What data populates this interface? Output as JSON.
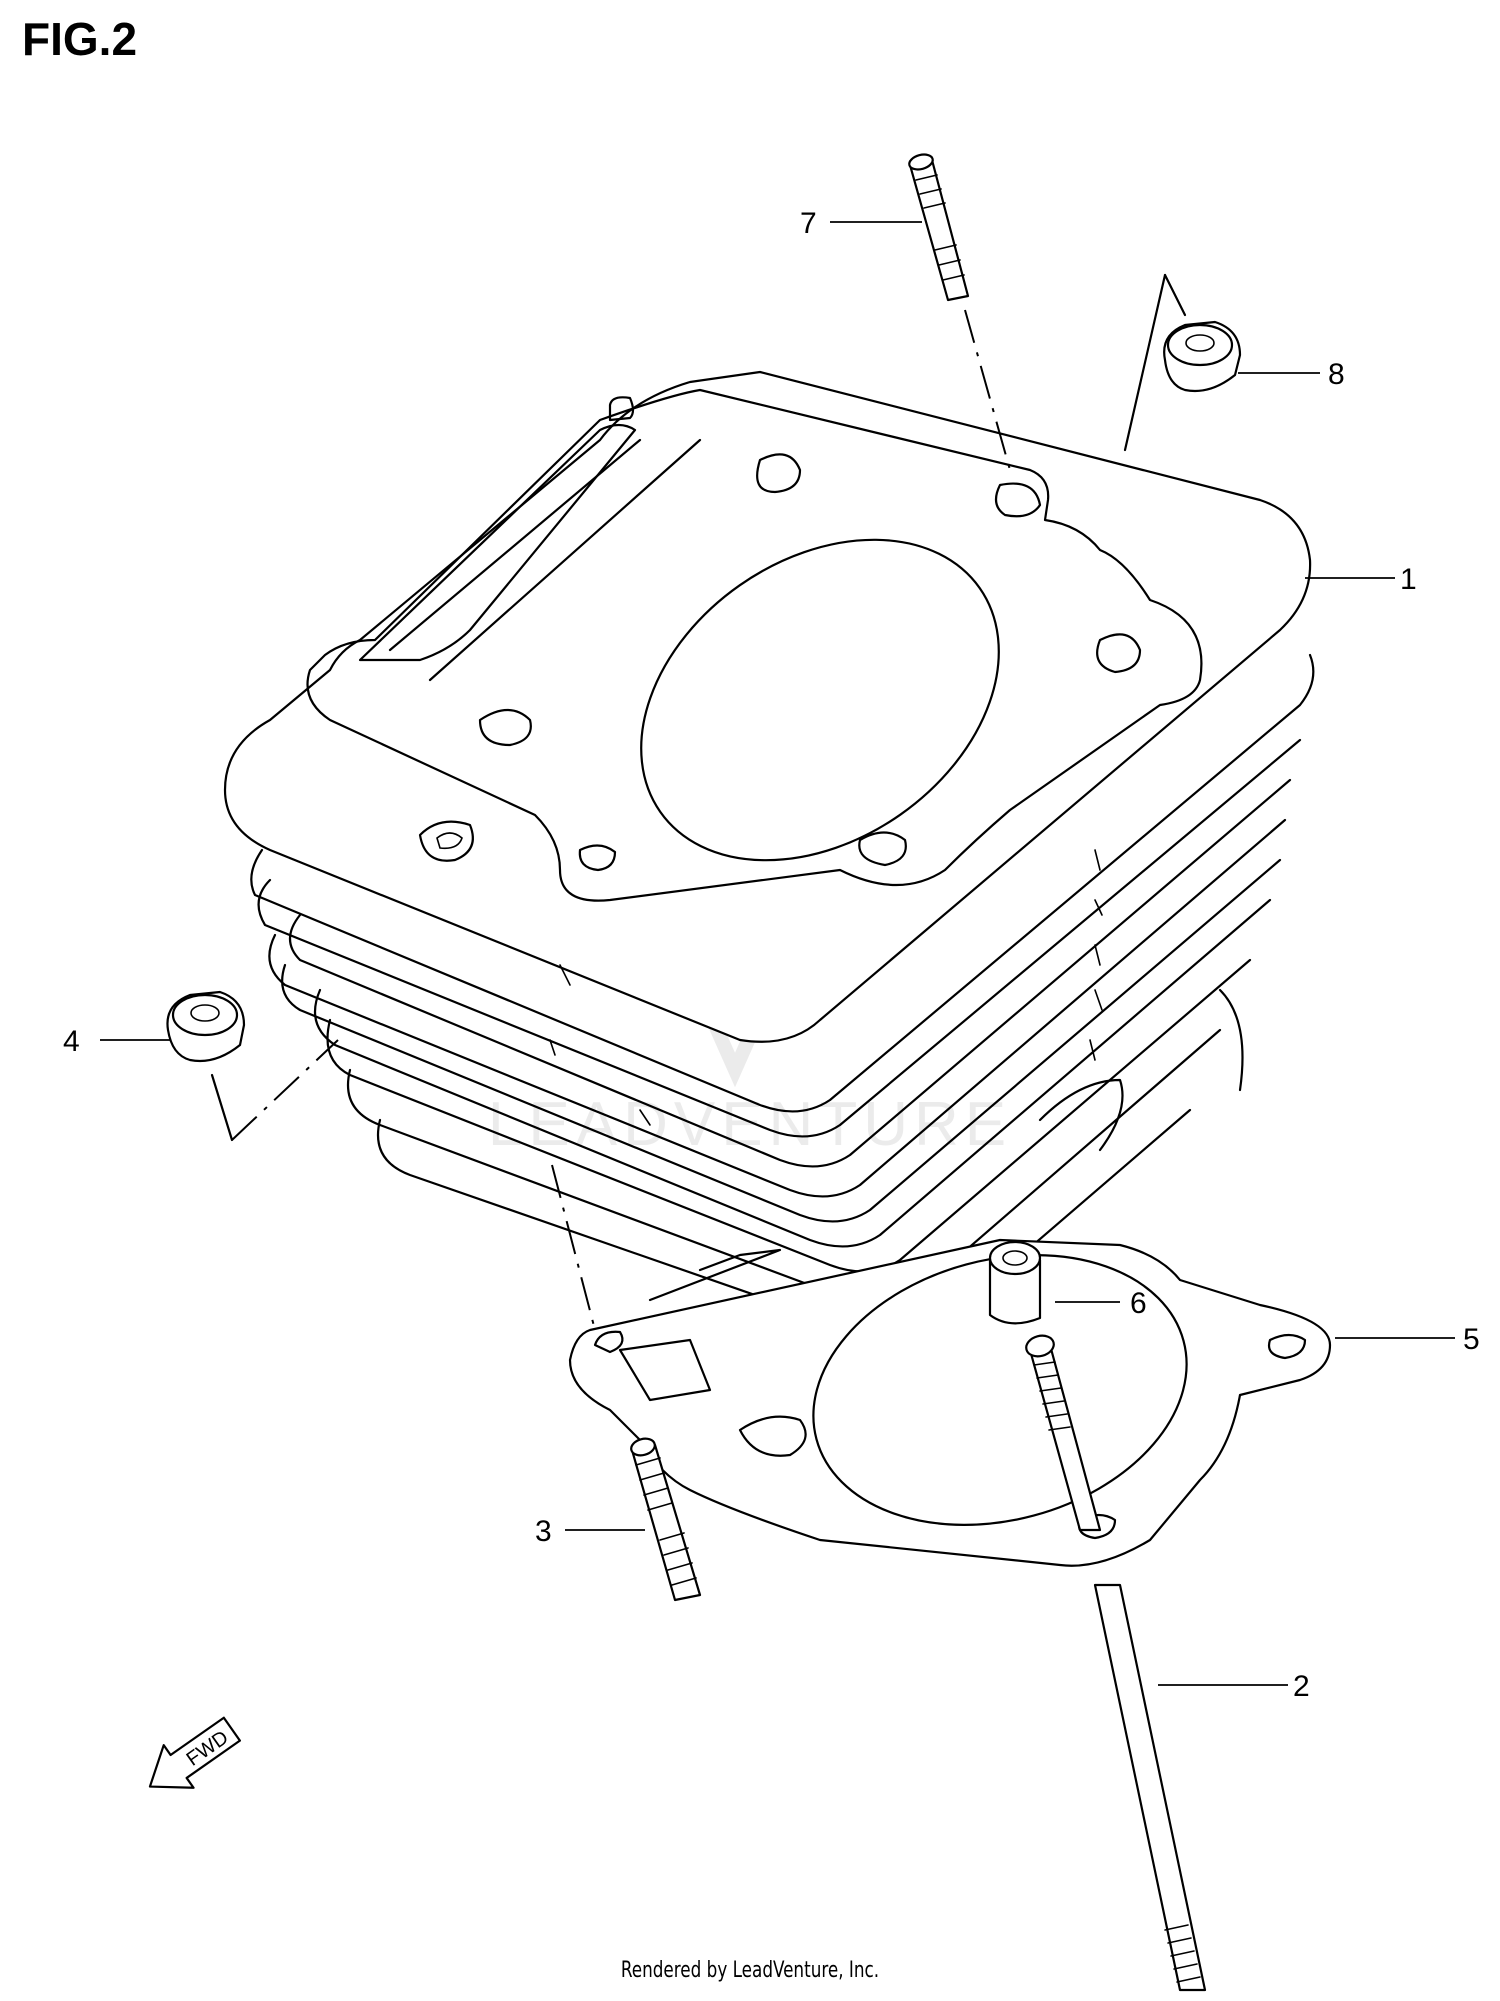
{
  "figure": {
    "title": "FIG.2"
  },
  "callouts": [
    {
      "id": "1",
      "label": "1"
    },
    {
      "id": "2",
      "label": "2"
    },
    {
      "id": "3",
      "label": "3"
    },
    {
      "id": "4",
      "label": "4"
    },
    {
      "id": "5",
      "label": "5"
    },
    {
      "id": "6",
      "label": "6"
    },
    {
      "id": "7",
      "label": "7"
    },
    {
      "id": "8",
      "label": "8"
    }
  ],
  "direction_indicator": {
    "label": "FWD"
  },
  "watermark": {
    "text": "LEADVENTURE"
  },
  "footer": {
    "text": "Rendered by LeadVenture, Inc."
  }
}
